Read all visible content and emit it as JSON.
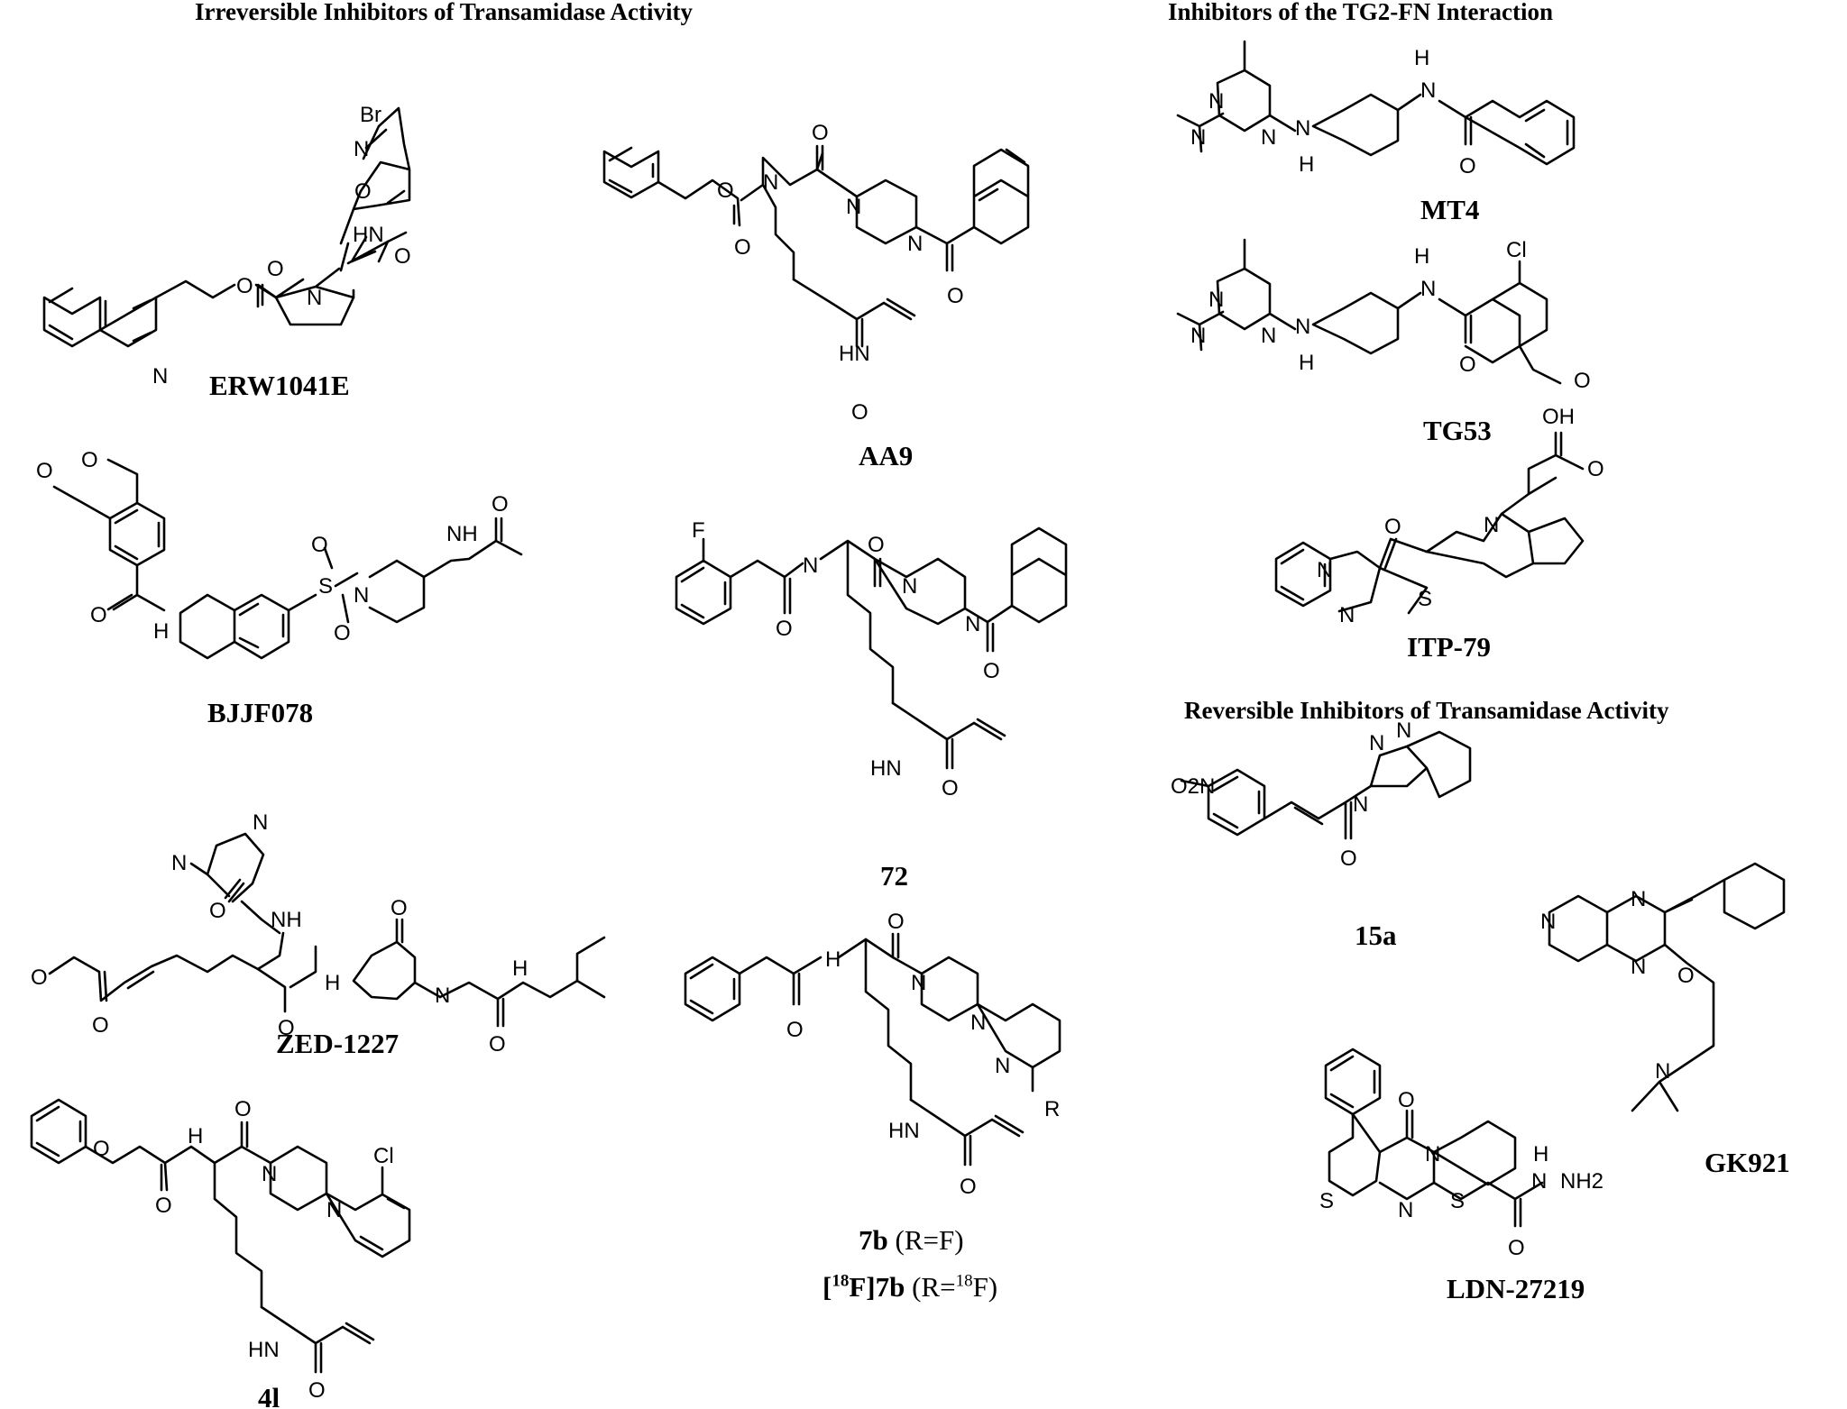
{
  "headings": {
    "irreversible": "Irreversible Inhibitors of Transamidase Activity",
    "tg2fn": "Inhibitors of the TG2-FN Interaction",
    "reversible": "Reversible Inhibitors of Transamidase Activity"
  },
  "compounds": {
    "erw1041e": "ERW1041E",
    "aa9": "AA9",
    "bjjf078": "BJJF078",
    "c72": "72",
    "zed1227": "ZED-1227",
    "c4l": "4l",
    "c7b": "7b",
    "c7b_note": "(R=F)",
    "f18_open": "[",
    "f18_mass": "18",
    "f18_rest": "F]7b",
    "f18_note_pre": "(R=",
    "f18_note_mass": "18",
    "f18_note_post": "F)",
    "mt4": "MT4",
    "tg53": "TG53",
    "itp79": "ITP-79",
    "c15a": "15a",
    "gk921": "GK921",
    "ldn27219": "LDN-27219"
  },
  "atom_labels": {
    "br": "Br",
    "n": "N",
    "o": "O",
    "hn": "HN",
    "nh": "NH",
    "h": "H",
    "s": "S",
    "f": "F",
    "cl": "Cl",
    "r": "R",
    "oh": "OH",
    "nh2": "NH2",
    "o2n": "O2N"
  }
}
